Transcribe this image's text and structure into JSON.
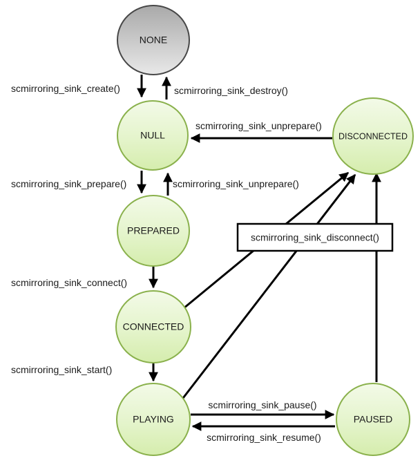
{
  "diagram": {
    "type": "state-diagram",
    "states": [
      {
        "id": "none",
        "label": "NONE"
      },
      {
        "id": "null",
        "label": "NULL"
      },
      {
        "id": "prepared",
        "label": "PREPARED"
      },
      {
        "id": "connected",
        "label": "CONNECTED"
      },
      {
        "id": "playing",
        "label": "PLAYING"
      },
      {
        "id": "disconnected",
        "label": "DISCONNECTED"
      },
      {
        "id": "paused",
        "label": "PAUSED"
      }
    ],
    "transitions": {
      "create": {
        "from": "NONE",
        "to": "NULL",
        "label": "scmirroring_sink_create()"
      },
      "destroy": {
        "from": "NULL",
        "to": "NONE",
        "label": "scmirroring_sink_destroy()"
      },
      "unprepare_from_disconnected": {
        "from": "DISCONNECTED",
        "to": "NULL",
        "label": "scmirroring_sink_unprepare()"
      },
      "prepare": {
        "from": "NULL",
        "to": "PREPARED",
        "label": "scmirroring_sink_prepare()"
      },
      "unprepare_from_prepared": {
        "from": "PREPARED",
        "to": "NULL",
        "label": "scmirroring_sink_unprepare()"
      },
      "connect": {
        "from": "PREPARED",
        "to": "CONNECTED",
        "label": "scmirroring_sink_connect()"
      },
      "start": {
        "from": "CONNECTED",
        "to": "PLAYING",
        "label": "scmirroring_sink_start()"
      },
      "pause": {
        "from": "PLAYING",
        "to": "PAUSED",
        "label": "scmirroring_sink_pause()"
      },
      "resume": {
        "from": "PAUSED",
        "to": "PLAYING",
        "label": "scmirroring_sink_resume()"
      },
      "disconnect": {
        "from": "CONNECTED/PLAYING/PAUSED",
        "to": "DISCONNECTED",
        "label": "scmirroring_sink_disconnect()"
      }
    },
    "colors": {
      "state_fill_top": "#f2fae6",
      "state_fill_bottom": "#d5edad",
      "state_border": "#8ab14c",
      "none_fill_top": "#a9a9a9",
      "none_fill_bottom": "#e8e8e8",
      "none_border": "#474747",
      "arrow": "#000000",
      "box_bg": "#ffffff",
      "box_border": "#000000",
      "text": "#1a1a1a"
    }
  }
}
